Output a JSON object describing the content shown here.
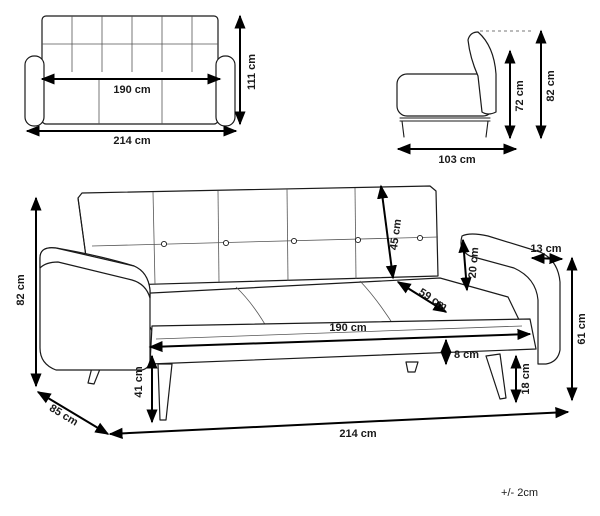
{
  "dimensions": {
    "front_inner_width": "190 cm",
    "front_total_width": "214 cm",
    "front_height": "111 cm",
    "side_height_seat": "72 cm",
    "side_height_total": "82 cm",
    "side_depth": "103 cm",
    "main_back_height": "45 cm",
    "main_armrest_height": "20 cm",
    "main_seat_depth": "59 cm",
    "main_armrest_width": "13 cm",
    "main_total_height": "82 cm",
    "main_seat_width": "190 cm",
    "main_base_height": "8 cm",
    "main_arm_height": "61 cm",
    "main_leg_height_left": "41 cm",
    "main_leg_height_right": "18 cm",
    "main_depth": "85 cm",
    "main_total_width": "214 cm"
  },
  "tolerance": "+/- 2cm",
  "colors": {
    "line": "#1a1a1a",
    "arrow": "#000000",
    "background": "#ffffff"
  }
}
